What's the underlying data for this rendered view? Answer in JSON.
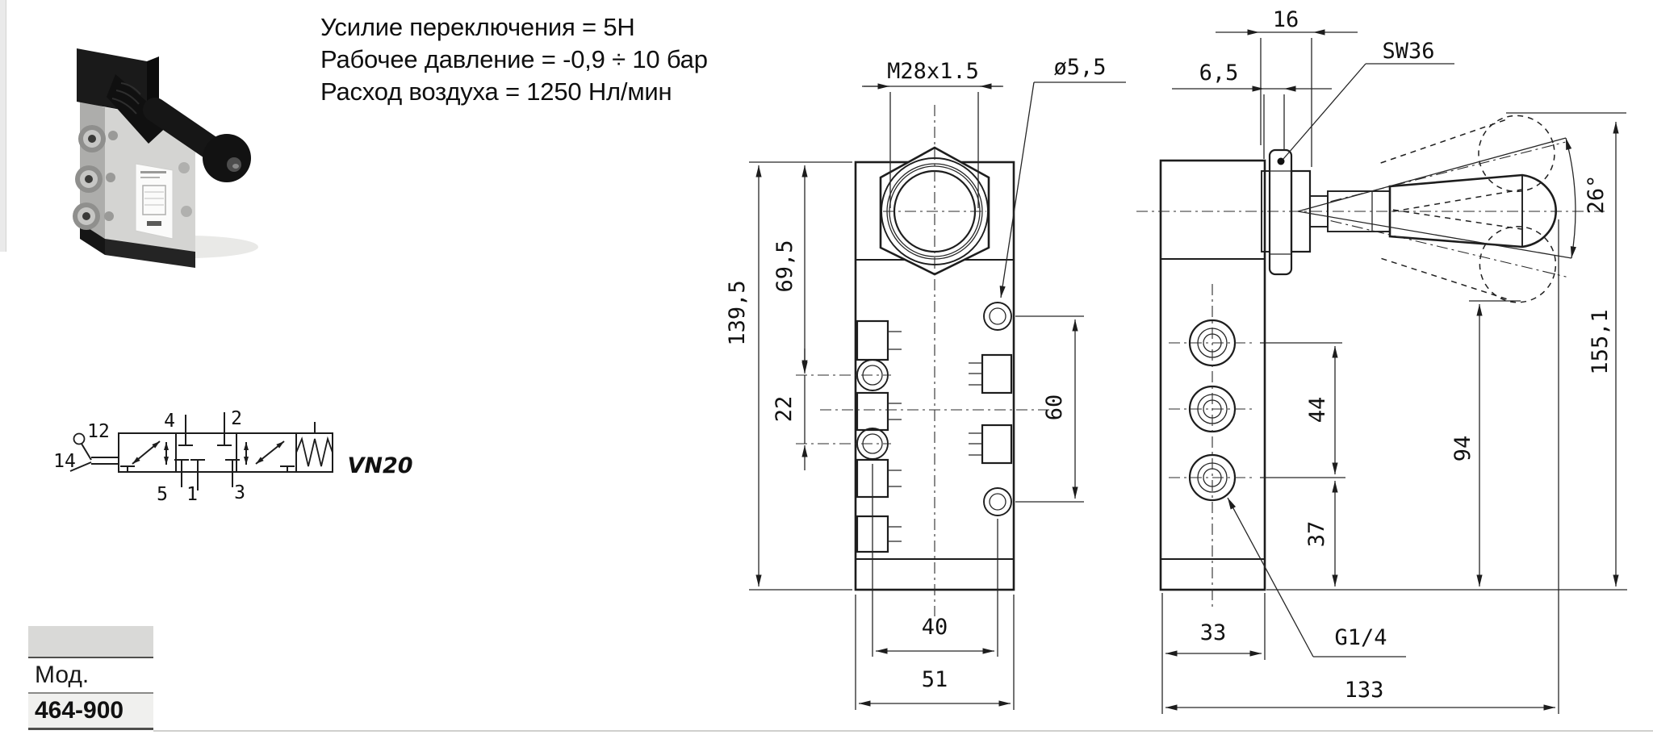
{
  "specs": {
    "switching_force": "Усилие переключения = 5Н",
    "working_pressure": "Рабочее давление = -0,9 ÷ 10 бар",
    "air_flow": "Расход воздуха = 1250 Нл/мин"
  },
  "model_table": {
    "header": "Мод.",
    "model": "464-900"
  },
  "schematic": {
    "type_label": "VN20",
    "port_12": "12",
    "port_14": "14",
    "port_4": "4",
    "port_2": "2",
    "port_5": "5",
    "port_1": "1",
    "port_3": "3"
  },
  "front_view": {
    "thread": "M28x1.5",
    "pilot_hole": "ø5,5",
    "total_height": "139,5",
    "top_to_port": "69,5",
    "port_offset": "22",
    "right_port_spacing": "60",
    "hole_spacing": "40",
    "body_width": "51"
  },
  "side_view": {
    "nut_width": "16",
    "panel_thickness": "6,5",
    "wrench_size": "SW36",
    "lever_angle": "26°",
    "max_height": "155,1",
    "lever_clearance": "94",
    "port_spacing": "44",
    "bottom_port_height": "37",
    "body_depth": "33",
    "port_thread": "G1/4",
    "total_length": "133"
  },
  "colors": {
    "line": "#1d1d1d",
    "table_header_bg": "#d9d9d7",
    "table_value_bg": "#f0f0ee"
  }
}
